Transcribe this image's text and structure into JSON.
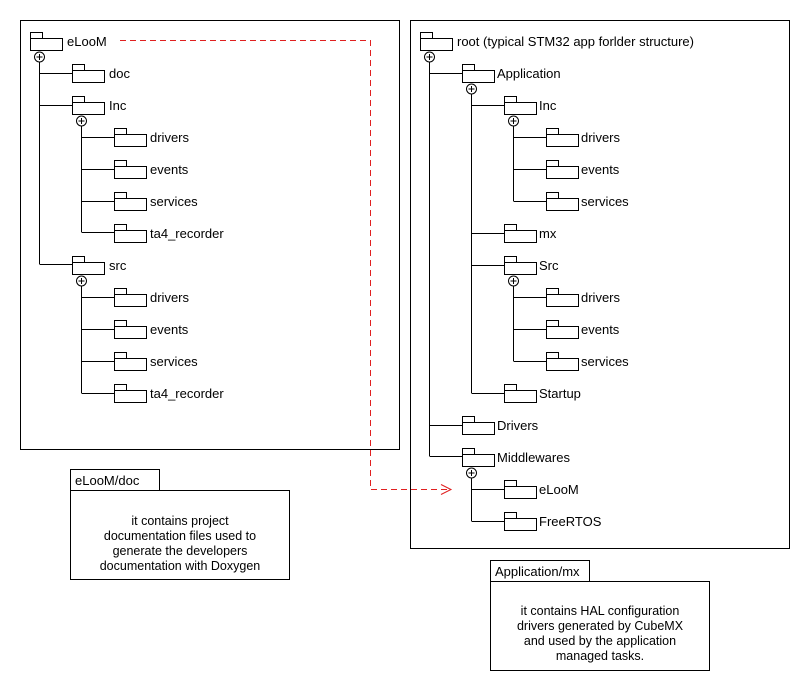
{
  "left_tree": {
    "root": "eLooM",
    "doc": "doc",
    "inc": "Inc",
    "inc_children": [
      "drivers",
      "events",
      "services",
      "ta4_recorder"
    ],
    "src": "src",
    "src_children": [
      "drivers",
      "events",
      "services",
      "ta4_recorder"
    ]
  },
  "right_tree": {
    "root": "root (typical STM32 app forlder structure)",
    "application": "Application",
    "inc": "Inc",
    "inc_children": [
      "drivers",
      "events",
      "services"
    ],
    "mx": "mx",
    "src": "Src",
    "src_children": [
      "drivers",
      "events",
      "services"
    ],
    "startup": "Startup",
    "drivers": "Drivers",
    "middlewares": "Middlewares",
    "middlewares_children": [
      "eLooM",
      "FreeRTOS"
    ]
  },
  "notes": [
    {
      "tab": "eLooM/doc",
      "lines": [
        "it contains project",
        "documentation files used to",
        "generate the developers",
        "documentation with Doxygen"
      ]
    },
    {
      "tab": "Application/mx",
      "lines": [
        "it contains HAL configuration",
        "drivers generated by CubeMX",
        "and used by the application",
        "managed tasks."
      ]
    }
  ],
  "colors": {
    "line": "#000000",
    "dependency_arrow": "#e02020"
  }
}
